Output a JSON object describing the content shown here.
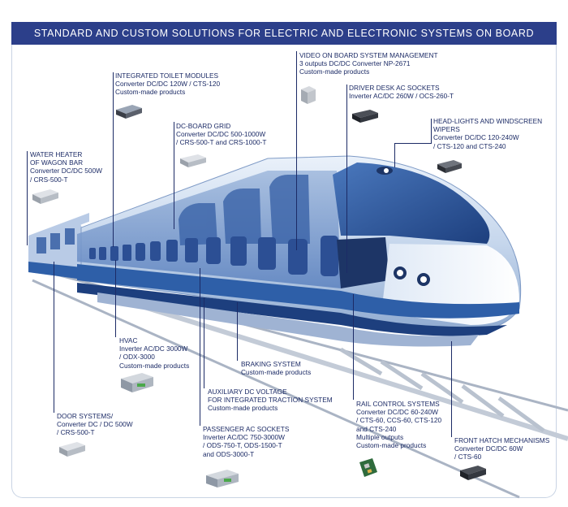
{
  "header": {
    "title": "STANDARD AND CUSTOM SOLUTIONS FOR ELECTRIC AND ELECTRONIC SYSTEMS ON BOARD"
  },
  "colors": {
    "header_bg": "#2c3f8a",
    "label_text": "#1c2b66",
    "train_blue": "#2e5fa8",
    "train_light": "#dce7f5"
  },
  "callouts": {
    "toilet": {
      "lines": [
        "INTEGRATED TOILET MODULES",
        "Converter DC/DC 120W / CTS-120",
        "Custom-made products"
      ]
    },
    "video": {
      "lines": [
        "VIDEO ON BOARD SYSTEM MANAGEMENT",
        "3 outputs DC/DC Converter NP-2671",
        "Custom-made products"
      ]
    },
    "driver_desk": {
      "lines": [
        "DRIVER DESK AC SOCKETS",
        "Inverter AC/DC 260W / OCS-260-T"
      ]
    },
    "dc_grid": {
      "lines": [
        "DC-BOARD GRID",
        "Converter DC/DC 500-1000W",
        "/ CRS-500-T and CRS-1000-T"
      ]
    },
    "headlights": {
      "lines": [
        "HEAD-LIGHTS AND WINDSCREEN",
        "WIPERS",
        "Converter DC/DC 120-240W",
        "/ CTS-120 and CTS-240"
      ]
    },
    "water_heater": {
      "lines": [
        "WATER HEATER",
        "OF WAGON BAR",
        "Converter DC/DC 500W",
        "/ CRS-500-T"
      ]
    },
    "hvac": {
      "lines": [
        "HVAC",
        "Inverter AC/DC 3000W",
        "/ ODX-3000",
        "Custom-made products"
      ]
    },
    "braking": {
      "lines": [
        "BRAKING SYSTEM",
        "Custom-made products"
      ]
    },
    "aux_dc": {
      "lines": [
        "AUXILIARY DC VOLTAGE",
        "FOR INTEGRATED TRACTION SYSTEM",
        "Custom-made products"
      ]
    },
    "rail_control": {
      "lines": [
        "RAIL CONTROL SYSTEMS",
        "Converter DC/DC 60-240W",
        "/ CTS-60, CCS-60, CTS-120",
        "and CTS-240",
        "Multiple outputs",
        "Custom-made products"
      ]
    },
    "door": {
      "lines": [
        "DOOR SYSTEMS/",
        "Converter DC / DC 500W",
        "/ CRS-500-T"
      ]
    },
    "passenger": {
      "lines": [
        "PASSENGER AC SOCKETS",
        "Inverter AC/DC 750-3000W",
        "/ ODS-750-T, ODS-1500-T",
        "and ODS-3000-T"
      ]
    },
    "front_hatch": {
      "lines": [
        "FRONT HATCH MECHANISMS",
        "Converter DC/DC 60W",
        "/ CTS-60"
      ]
    }
  }
}
